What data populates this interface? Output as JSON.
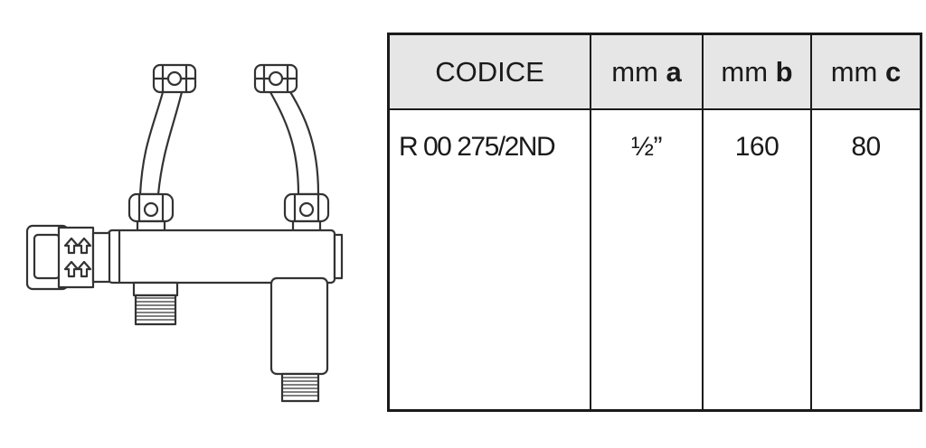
{
  "table": {
    "headers": {
      "codice": "CODICE",
      "a_prefix": "mm",
      "a_letter": "a",
      "b_prefix": "mm",
      "b_letter": "b",
      "c_prefix": "mm",
      "c_letter": "c"
    },
    "rows": [
      {
        "codice": "R 00 275/2ND",
        "a": "½”",
        "b": "160",
        "c": "80"
      }
    ]
  },
  "drawing": {
    "icons": [
      "mixing-valve-illustration",
      "arrow-up-icon",
      "arrow-up-icon"
    ]
  }
}
